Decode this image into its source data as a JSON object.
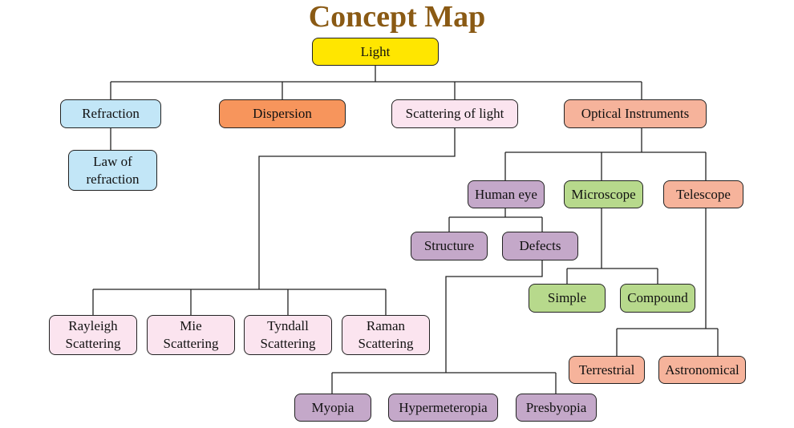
{
  "title": "Concept Map",
  "colors": {
    "title": "#8a5a14",
    "yellow": "#ffe600",
    "blue": "#c2e6f7",
    "orange": "#f7955c",
    "pink": "#fbe4ef",
    "salmon": "#f6b39b",
    "purple": "#c4a8c9",
    "green": "#b7d98c"
  },
  "nodes": {
    "light": "Light",
    "refraction": "Refraction",
    "law_of_refraction": "Law of\nrefraction",
    "dispersion": "Dispersion",
    "scattering_of_light": "Scattering of light",
    "optical_instruments": "Optical Instruments",
    "human_eye": "Human eye",
    "microscope": "Microscope",
    "telescope": "Telescope",
    "structure": "Structure",
    "defects": "Defects",
    "simple": "Simple",
    "compound": "Compound",
    "rayleigh": "Rayleigh\nScattering",
    "mie": "Mie\nScattering",
    "tyndall": "Tyndall\nScattering",
    "raman": "Raman\nScattering",
    "terrestrial": "Terrestrial",
    "astronomical": "Astronomical",
    "myopia": "Myopia",
    "hypermetropia": "Hypermeteropia",
    "presbyopia": "Presbyopia"
  }
}
